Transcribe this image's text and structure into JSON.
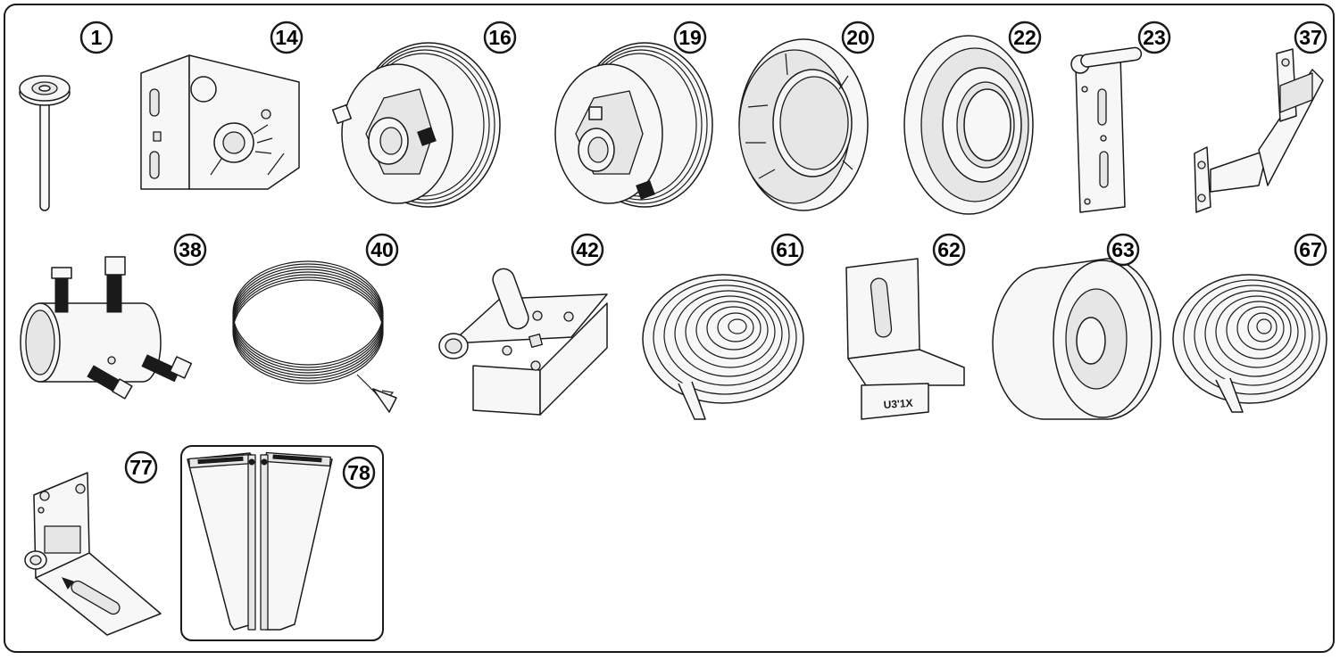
{
  "parts": [
    {
      "id": "p1",
      "label": "1"
    },
    {
      "id": "p14",
      "label": "14"
    },
    {
      "id": "p16",
      "label": "16"
    },
    {
      "id": "p19",
      "label": "19"
    },
    {
      "id": "p20",
      "label": "20"
    },
    {
      "id": "p22",
      "label": "22"
    },
    {
      "id": "p23",
      "label": "23"
    },
    {
      "id": "p37",
      "label": "37"
    },
    {
      "id": "p38",
      "label": "38"
    },
    {
      "id": "p40",
      "label": "40"
    },
    {
      "id": "p42",
      "label": "42"
    },
    {
      "id": "p61",
      "label": "61"
    },
    {
      "id": "p62",
      "label": "62"
    },
    {
      "id": "p63",
      "label": "63"
    },
    {
      "id": "p67",
      "label": "67"
    },
    {
      "id": "p77",
      "label": "77"
    },
    {
      "id": "p78",
      "label": "78"
    }
  ]
}
